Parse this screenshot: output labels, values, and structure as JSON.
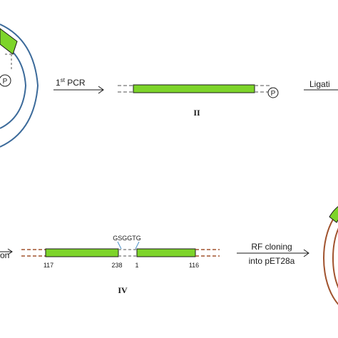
{
  "diagram": {
    "step1_label": "1",
    "step1_sup": "st",
    "step1_suffix": " PCR",
    "ligation_label": "Ligati",
    "roman_ii": "II",
    "roman_iv": "IV",
    "left_partial_label": "on",
    "linker_seq": "GSGGTG",
    "num_117": "117",
    "num_238": "238",
    "num_1": "1",
    "num_116": "116",
    "rf_line1": "RF cloning",
    "rf_line2": "into pET28a",
    "phosphate": "P",
    "colors": {
      "insert_green": "#7dd42a",
      "plasmid_blue": "#3b6a9a",
      "plasmid_brown": "#a0522d",
      "dash_gray": "#8c8c8c",
      "linker_blue": "#4a90c8",
      "dash_red": "#a0522d"
    }
  }
}
